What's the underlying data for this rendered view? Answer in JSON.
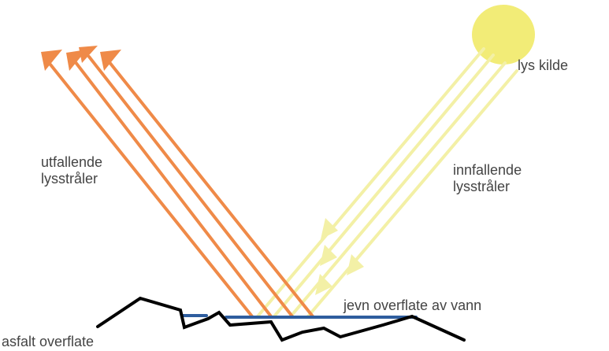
{
  "labels": {
    "light_source": "lys kilde",
    "outgoing_rays": [
      "utfallende",
      "lysstråler"
    ],
    "incoming_rays": [
      "innfallende",
      "lysstråler"
    ],
    "water_surface": "jevn overflate av vann",
    "asphalt_surface": "asfalt overflate"
  },
  "colors": {
    "sun": "#f2ec77",
    "incoming_ray": "#f3f0a6",
    "outgoing_ray": "#ef8a48",
    "water": "#2e5d9e",
    "asphalt": "#000000",
    "text": "#444444"
  }
}
